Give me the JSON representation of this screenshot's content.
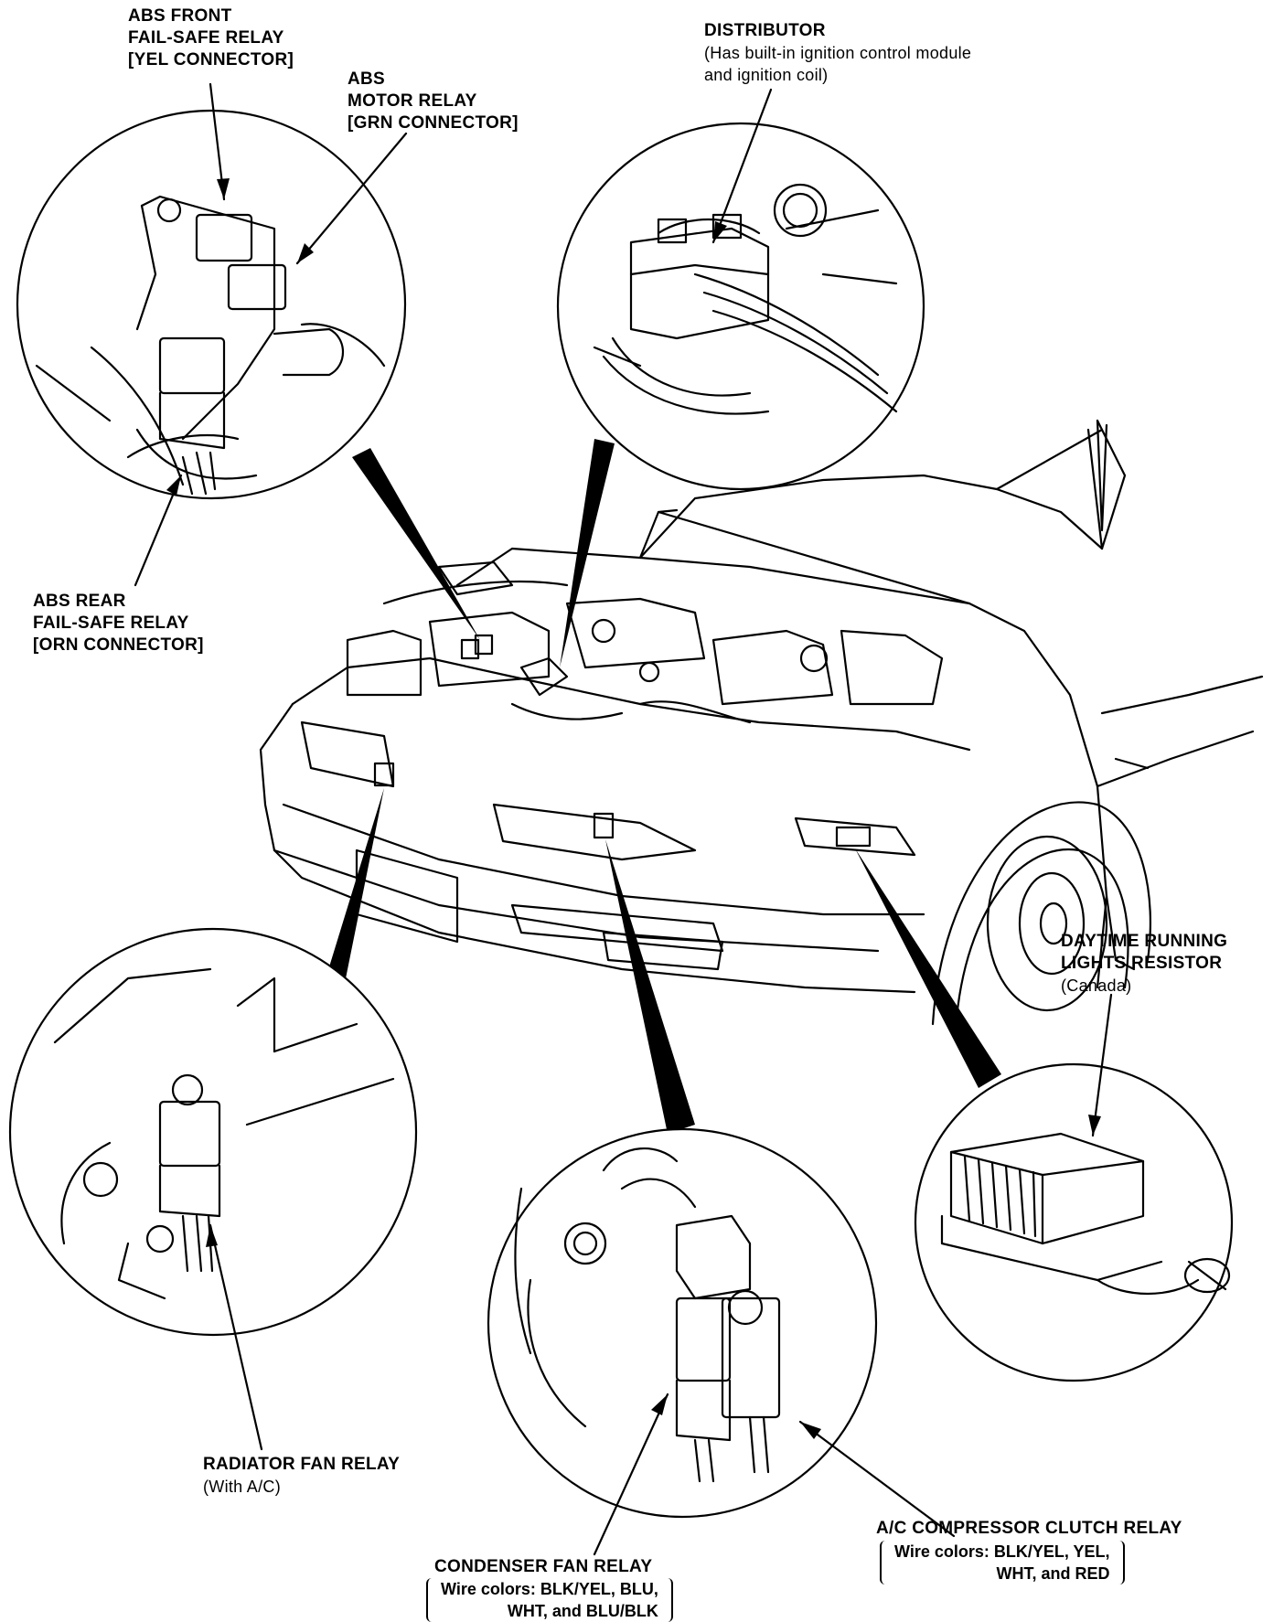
{
  "labels": {
    "abs_front": {
      "line1": "ABS FRONT",
      "line2": "FAIL-SAFE RELAY",
      "line3": "[YEL CONNECTOR]"
    },
    "abs_motor": {
      "line1": "ABS",
      "line2": "MOTOR RELAY",
      "line3": "[GRN CONNECTOR]"
    },
    "abs_rear": {
      "line1": "ABS REAR",
      "line2": "FAIL-SAFE RELAY",
      "line3": "[ORN CONNECTOR]"
    },
    "distributor": {
      "title": "DISTRIBUTOR",
      "line2": "(Has built-in ignition control module",
      "line3": "and ignition coil)"
    },
    "drl_resistor": {
      "line1": "DAYTIME RUNNING",
      "line2": "LIGHTS RESISTOR",
      "line3": "(Canada)"
    },
    "radiator_fan": {
      "title": "RADIATOR FAN RELAY",
      "sub": "(With A/C)"
    },
    "condenser_fan": {
      "title": "CONDENSER FAN RELAY",
      "wire1": "Wire colors: BLK/YEL, BLU,",
      "wire2": "WHT, and BLU/BLK"
    },
    "ac_clutch": {
      "title": "A/C COMPRESSOR CLUTCH RELAY",
      "wire1": "Wire colors: BLK/YEL, YEL,",
      "wire2": "WHT, and RED"
    }
  },
  "style": {
    "line_color": "#000000",
    "background": "#ffffff"
  }
}
